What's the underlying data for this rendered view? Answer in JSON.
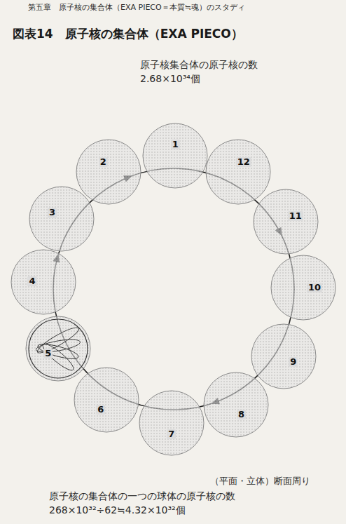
{
  "diagram": {
    "title": "図表14　原子核の集合体（EXA PIECO）",
    "nodes": [
      {
        "text": [
          "1"
        ]
      },
      {
        "text": [
          "2"
        ]
      },
      {
        "text": [
          "3"
        ]
      },
      {
        "text": [
          "4"
        ]
      },
      {
        "text": [
          "5"
        ]
      },
      {
        "text": [
          "6"
        ]
      },
      {
        "text": [
          "7"
        ]
      },
      {
        "text": [
          "8"
        ]
      },
      {
        "text": [
          "9"
        ]
      },
      {
        "text": [
          "10"
        ]
      },
      {
        "text": [
          "11"
        ]
      },
      {
        "text": [
          "12"
        ]
      }
    ],
    "labels": [
      "第五章　原子核の集合体（EXA PIECO＝本質≒魂）のスタディ",
      "原子核集合体の原子核の数",
      "2.68×10³⁴個",
      "（平面・立体）断面周り",
      "原子核の集合体の一つの球体の原子核の数",
      "268×10³²÷62≒4.32×10³²個"
    ]
  }
}
